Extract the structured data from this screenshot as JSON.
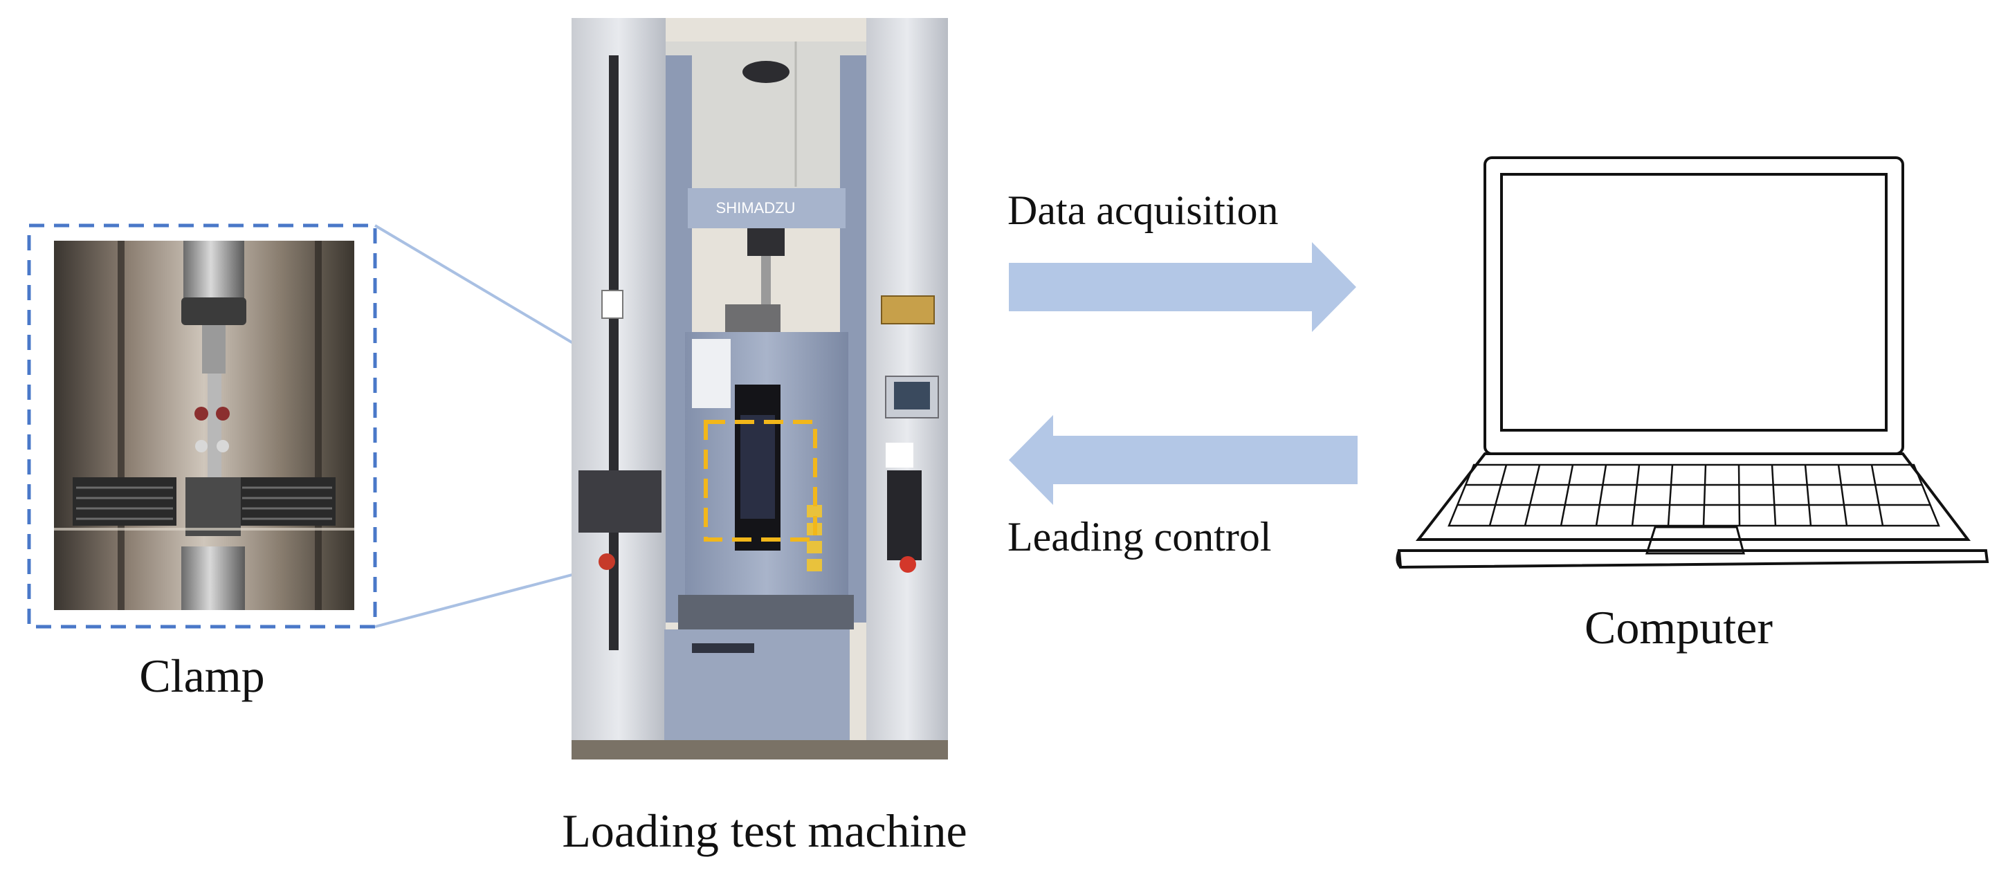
{
  "labels": {
    "clamp": "Clamp",
    "machine": "Loading test machine",
    "computer": "Computer",
    "data_acquisition": "Data acquisition",
    "leading_control": "Leading control"
  },
  "machine_brand": "SHIMADZU",
  "colors": {
    "arrow": "#b3c7e6",
    "clamp_frame": "#4a78c8",
    "zoom_box": "#f2b71a",
    "leader_lines": "#a9c0e3",
    "machine_body": "#8d9ab4",
    "laptop_outline": "#111111"
  }
}
